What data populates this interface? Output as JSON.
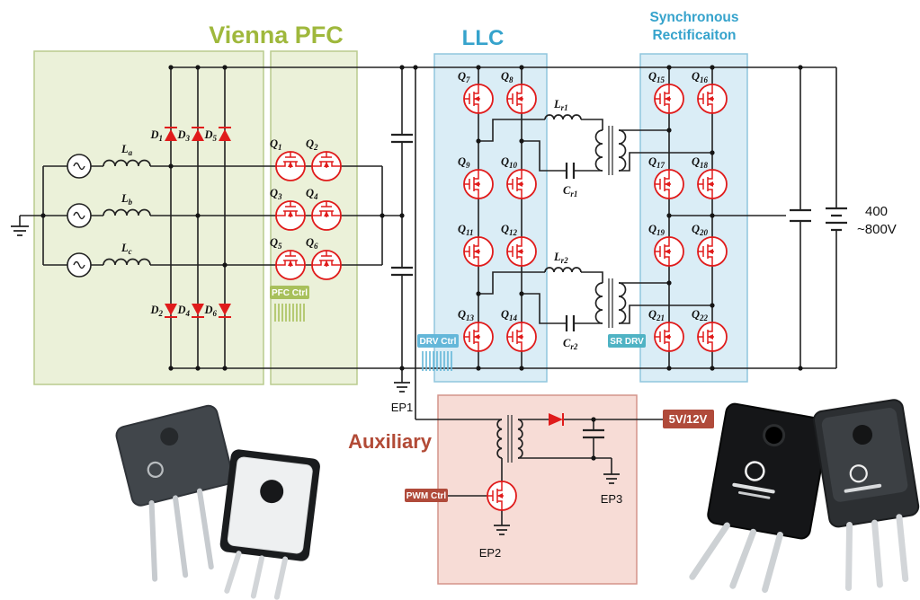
{
  "titles": {
    "vienna_pfc": "Vienna PFC",
    "llc": "LLC",
    "sync_line1": "Synchronous",
    "sync_line2": "Rectificaiton",
    "auxiliary": "Auxiliary"
  },
  "badges": {
    "pfc_ctrl": "PFC Ctrl",
    "drv_ctrl": "DRV Ctrl",
    "sr_drv": "SR DRV",
    "pwm_ctrl": "PWM Ctrl",
    "aux_output": "5V/12V"
  },
  "output": {
    "voltage_line1": "400",
    "voltage_line2": "~800V"
  },
  "grounds": {
    "ep1": "EP1",
    "ep2": "EP2",
    "ep3": "EP3"
  },
  "components": {
    "q_prefix": "Q",
    "q": [
      "1",
      "2",
      "3",
      "4",
      "5",
      "6",
      "7",
      "8",
      "9",
      "10",
      "11",
      "12",
      "13",
      "14",
      "15",
      "16",
      "17",
      "18",
      "19",
      "20",
      "21",
      "22"
    ],
    "d_prefix": "D",
    "d": [
      "1",
      "2",
      "3",
      "4",
      "5",
      "6"
    ],
    "l_prefix": "L",
    "l": [
      "a",
      "b",
      "c"
    ],
    "tank": [
      {
        "prefix": "L",
        "sub": "r1"
      },
      {
        "prefix": "C",
        "sub": "r1"
      },
      {
        "prefix": "L",
        "sub": "r2"
      },
      {
        "prefix": "C",
        "sub": "r2"
      }
    ]
  },
  "colors": {
    "section_green_title": "#9fb83c",
    "section_green_fill": "#ebf1d9",
    "section_blue_title": "#36a3cc",
    "section_blue_fill": "#daedf6",
    "section_red_title": "#b24a36",
    "section_red_fill": "#f7dcd6",
    "device_red": "#e01b1b",
    "badge_green": "#a8c05b",
    "badge_blue": "#64b7d9",
    "badge_teal": "#4fb3c4",
    "badge_dark_red": "#b04a3a",
    "wire": "#222222"
  }
}
